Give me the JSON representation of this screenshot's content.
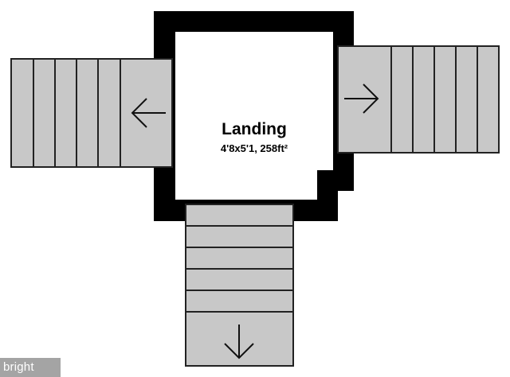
{
  "room": {
    "name": "Landing",
    "dimensions": "4'8x5'1, 258ft²"
  },
  "stairs": [
    {
      "id": "left",
      "direction": "left",
      "arrow_icon": "arrow-left-icon"
    },
    {
      "id": "right",
      "direction": "right",
      "arrow_icon": "arrow-right-icon"
    },
    {
      "id": "bottom",
      "direction": "down",
      "arrow_icon": "arrow-down-icon"
    }
  ],
  "watermark": {
    "text": "bright"
  },
  "colors": {
    "wall": "#000000",
    "stair_fill": "#c8c8c8",
    "stair_line": "#222222",
    "floor": "#ffffff"
  }
}
